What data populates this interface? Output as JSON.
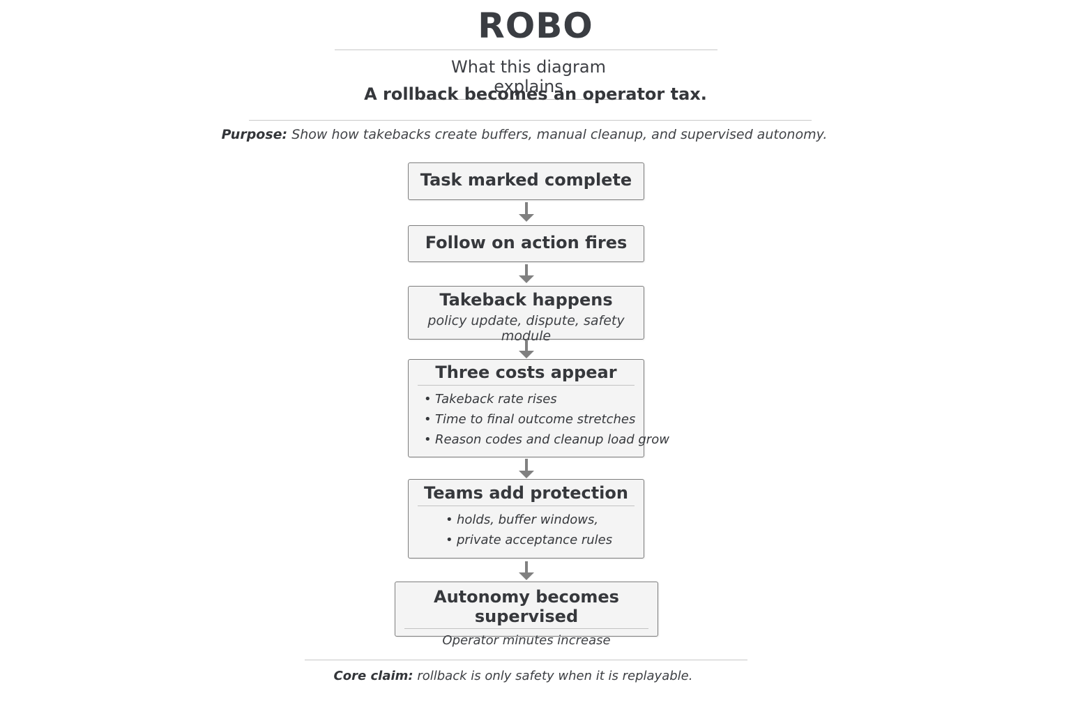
{
  "title": "ROBO",
  "subtitle": "What this diagram explains",
  "headline": "A rollback becomes an operator tax.",
  "purpose": {
    "label": "Purpose:",
    "text": "Show how takebacks create buffers, manual cleanup, and supervised autonomy."
  },
  "flow": {
    "step1": {
      "title": "Task marked complete"
    },
    "step2": {
      "title": "Follow on action fires"
    },
    "step3": {
      "title": "Takeback happens",
      "subtitle": "policy update, dispute, safety module"
    },
    "step4": {
      "title": "Three costs appear",
      "bullets": [
        "Takeback rate rises",
        "Time to final outcome stretches",
        "Reason codes and cleanup load grow"
      ]
    },
    "step5": {
      "title": "Teams add protection",
      "bullets": [
        "holds, buffer windows,",
        "private acceptance rules"
      ]
    },
    "step6": {
      "title": "Autonomy becomes supervised",
      "subtitle": "Operator minutes increase"
    }
  },
  "core_claim": {
    "label": "Core claim:",
    "text": "rollback is only safety when it is replayable."
  },
  "bullet_glyph": "•",
  "colors": {
    "box_fill": "#f4f4f4",
    "box_border": "#7d7d7d",
    "arrow": "#808080",
    "text": "#333539"
  }
}
